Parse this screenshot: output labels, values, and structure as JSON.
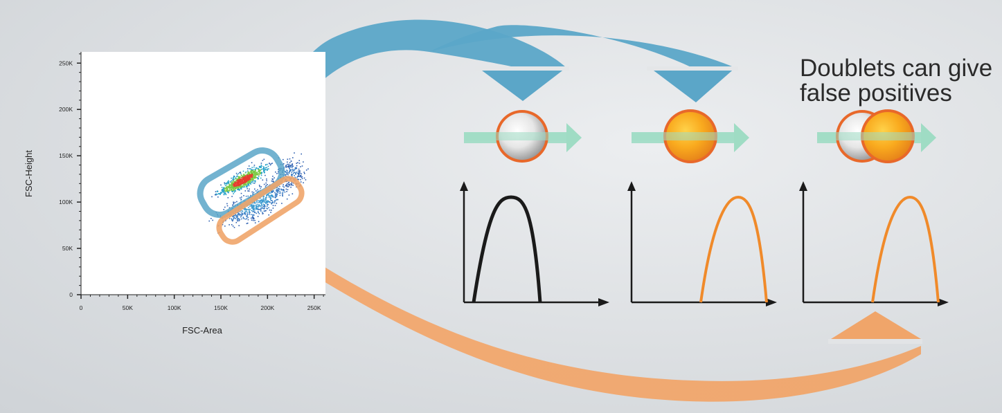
{
  "caption": {
    "line1": "Doublets can give",
    "line2": "false positives"
  },
  "plot": {
    "x_axis_label": "FSC-Area",
    "y_axis_label": "FSC-Height",
    "x_ticks": [
      "0",
      "50K",
      "100K",
      "150K",
      "200K",
      "250K"
    ],
    "y_ticks": [
      "0",
      "50K",
      "100K",
      "150K",
      "200K",
      "250K"
    ],
    "x_range": [
      0,
      262144
    ],
    "y_range": [
      0,
      262144
    ]
  },
  "gates": {
    "singlet_color": "#5ba6c8",
    "doublet_color": "#f0a56a"
  },
  "particles": [
    {
      "name": "single-white-cell",
      "type": "single",
      "cell": "white",
      "pulse_color": "#1a1a1a"
    },
    {
      "name": "single-orange-cell",
      "type": "single",
      "cell": "orange",
      "pulse_color": "#f08a2a"
    },
    {
      "name": "doublet-cells",
      "type": "doublet",
      "cell": "both",
      "pulse_color": "#f08a2a"
    }
  ],
  "colors": {
    "flow_arrow": "#9fdcc4",
    "orange_cell": "#f7a722",
    "orange_rim": "#e8682a"
  }
}
